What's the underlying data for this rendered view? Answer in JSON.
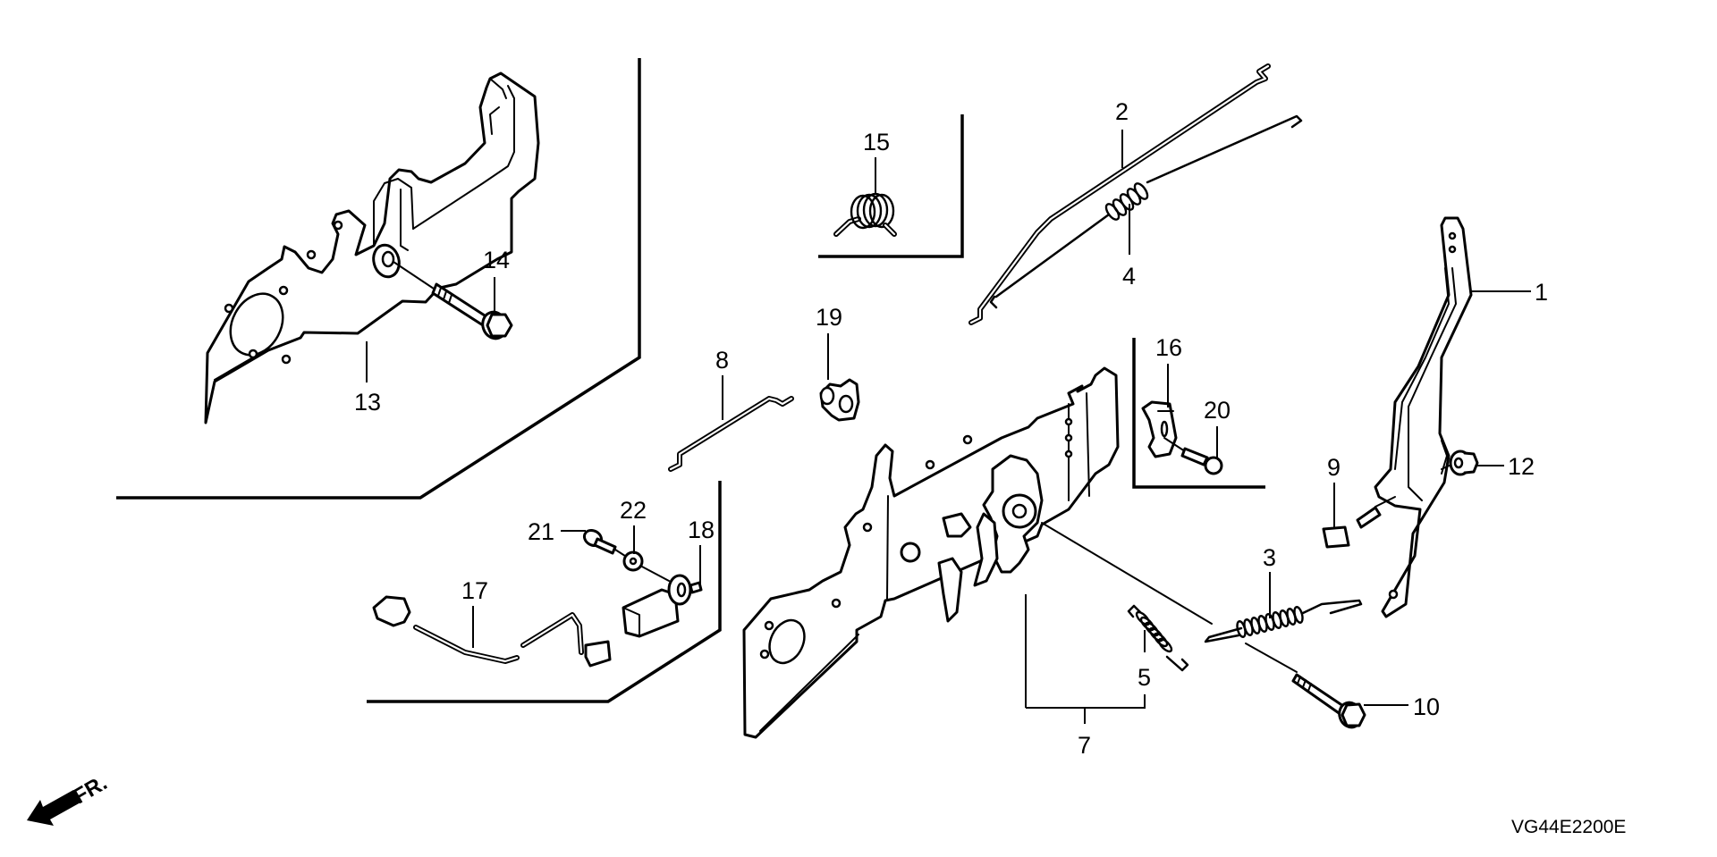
{
  "diagram": {
    "title": "Exploded parts diagram",
    "diagram_code": "VG44E2200E",
    "orientation_marker": {
      "icon": "front-direction-arrow-icon",
      "label": "FR."
    },
    "callouts": [
      {
        "id": "1",
        "label": "1"
      },
      {
        "id": "2",
        "label": "2"
      },
      {
        "id": "3",
        "label": "3"
      },
      {
        "id": "4",
        "label": "4"
      },
      {
        "id": "5",
        "label": "5"
      },
      {
        "id": "7",
        "label": "7"
      },
      {
        "id": "8",
        "label": "8"
      },
      {
        "id": "9",
        "label": "9"
      },
      {
        "id": "10",
        "label": "10"
      },
      {
        "id": "12",
        "label": "12"
      },
      {
        "id": "13",
        "label": "13"
      },
      {
        "id": "14",
        "label": "14"
      },
      {
        "id": "15",
        "label": "15"
      },
      {
        "id": "16",
        "label": "16"
      },
      {
        "id": "17",
        "label": "17"
      },
      {
        "id": "18",
        "label": "18"
      },
      {
        "id": "19",
        "label": "19"
      },
      {
        "id": "20",
        "label": "20"
      },
      {
        "id": "21",
        "label": "21"
      },
      {
        "id": "22",
        "label": "22"
      }
    ]
  }
}
